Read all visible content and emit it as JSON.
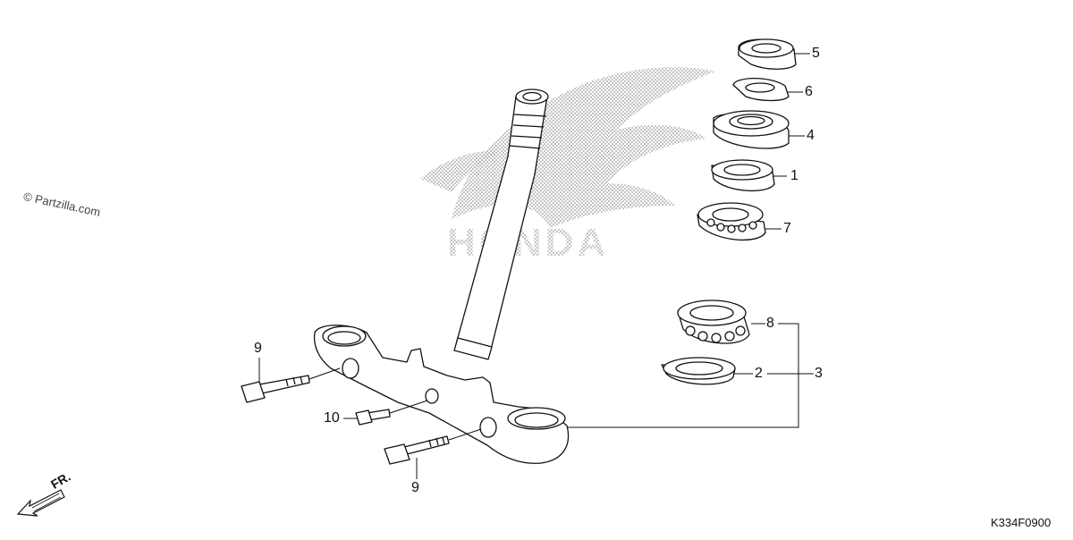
{
  "diagram": {
    "watermark": "© Partzilla.com",
    "drawing_code": "K334F0900",
    "front_indicator": "FR.",
    "background_logo": "HONDA",
    "callouts": [
      "5",
      "6",
      "4",
      "1",
      "7",
      "8",
      "2",
      "3",
      "9",
      "10",
      "9"
    ]
  }
}
